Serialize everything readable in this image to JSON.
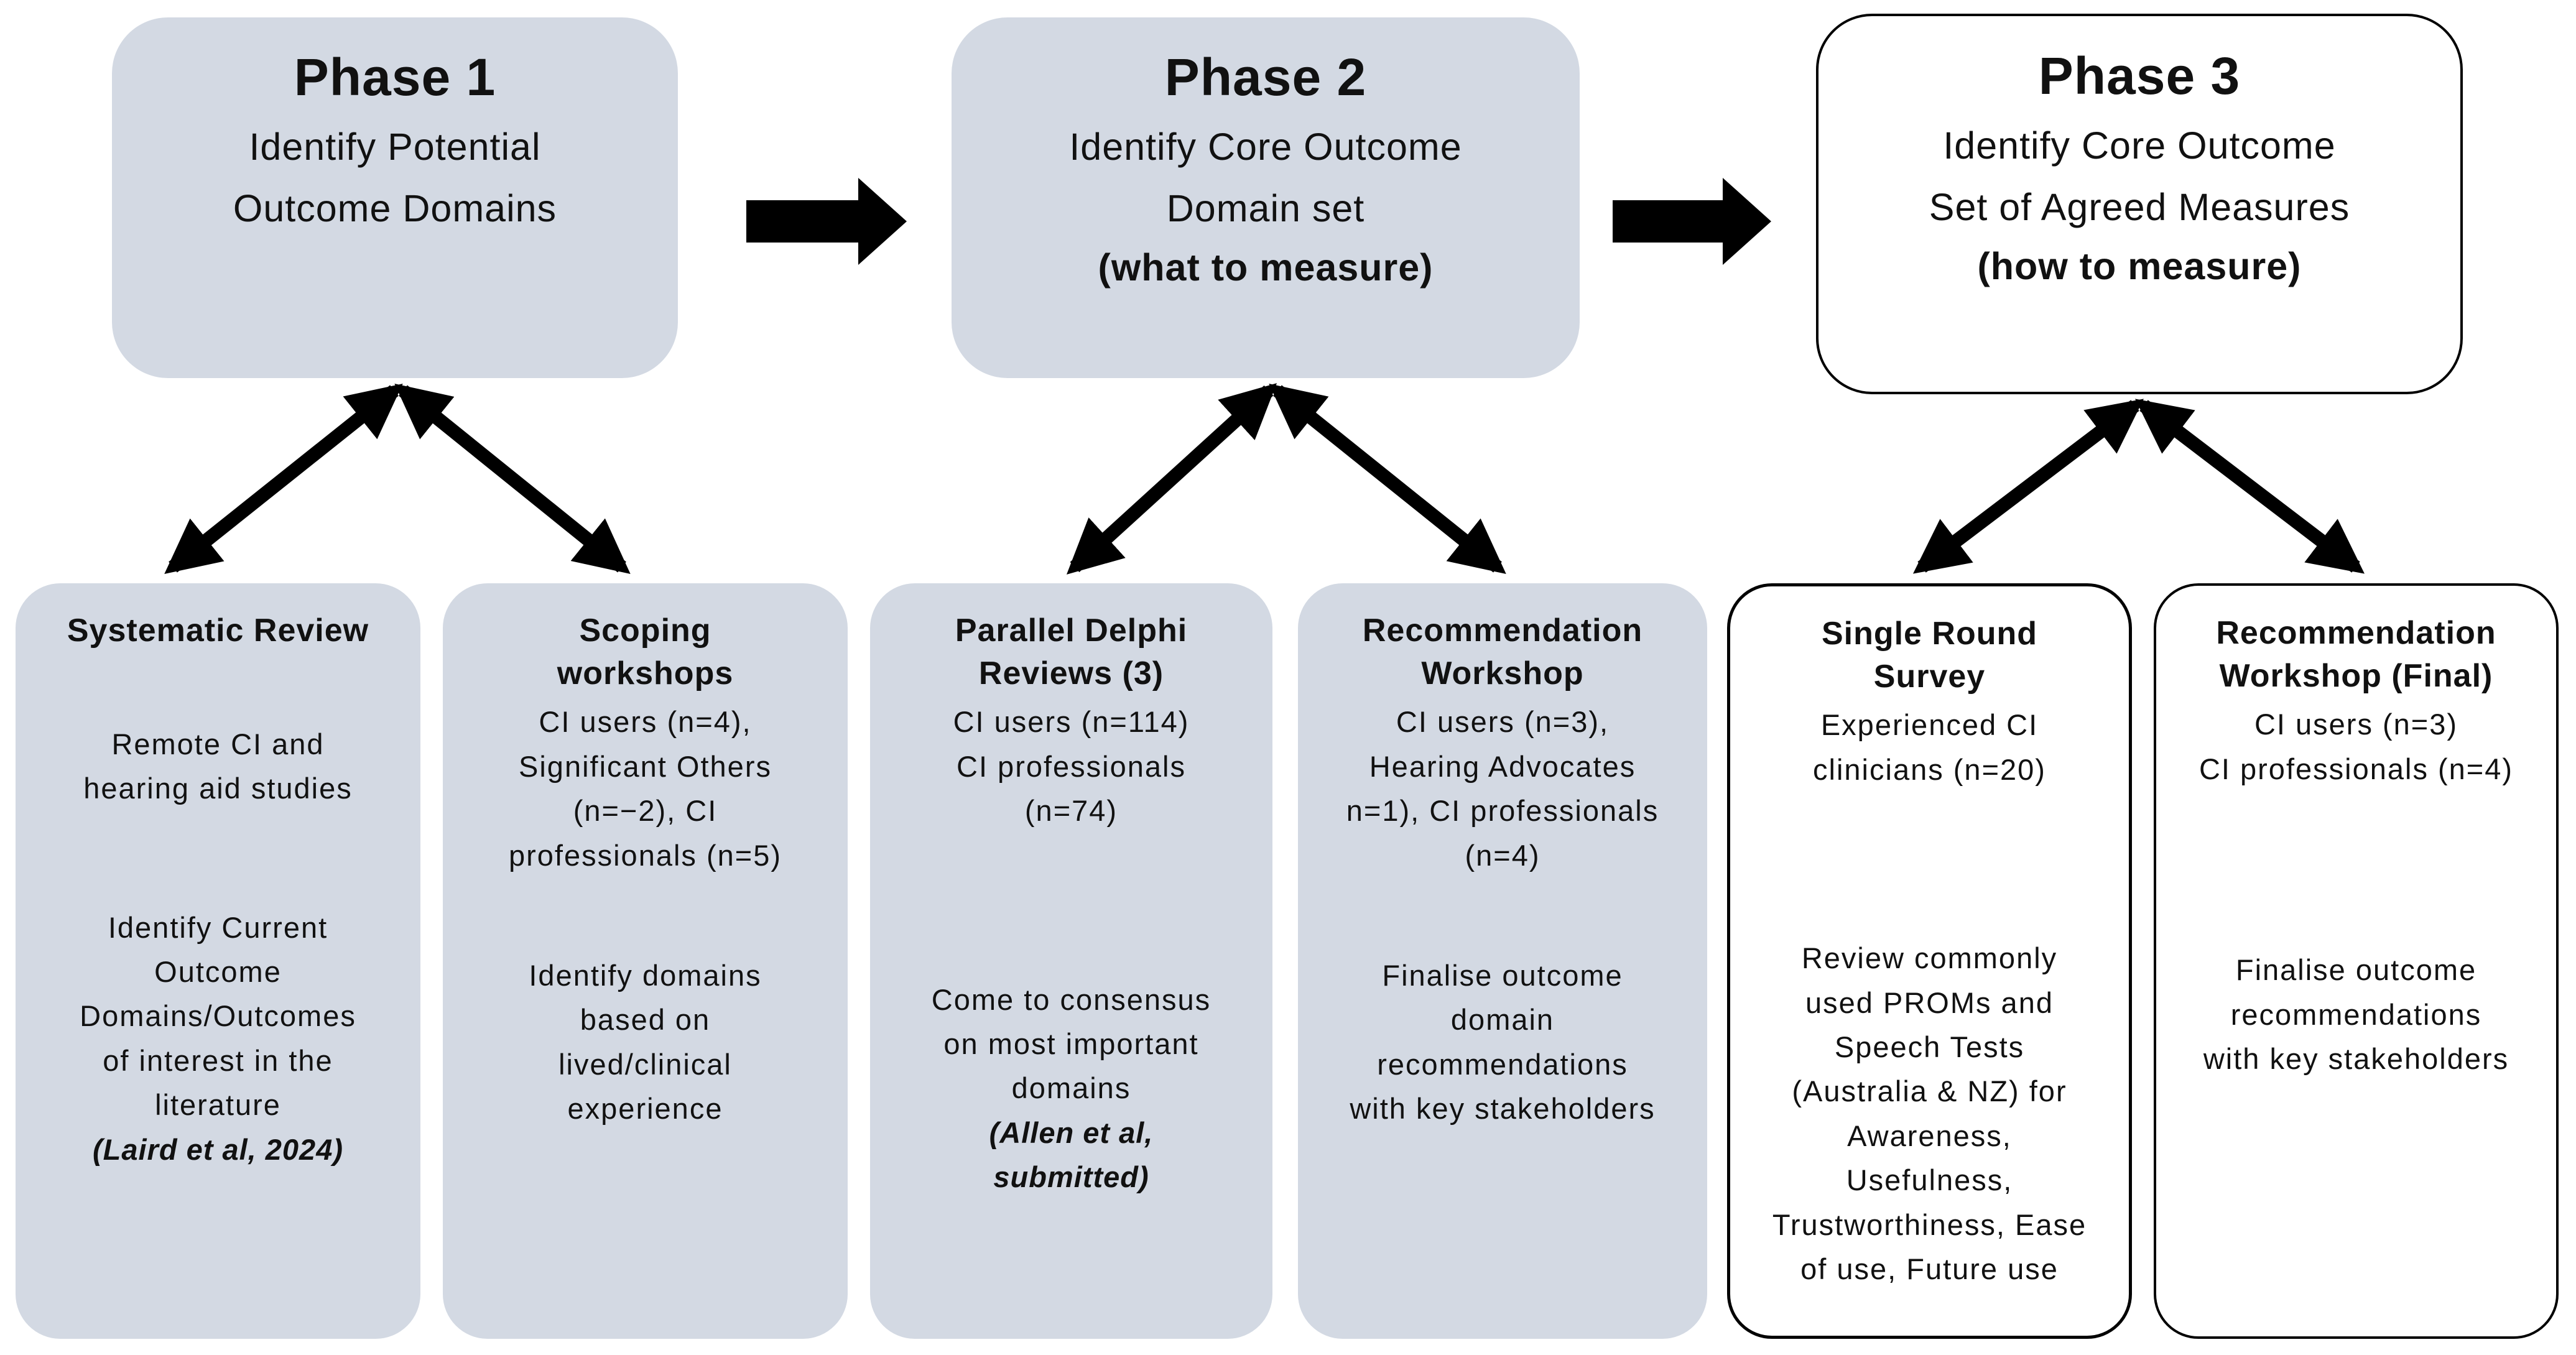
{
  "colors": {
    "box_fill": "#d3d9e3",
    "box_border": "#000000",
    "arrow": "#000000",
    "background": "#ffffff",
    "text": "#111111"
  },
  "phases": [
    {
      "title": "Phase 1",
      "subtitle": "Identify Potential\nOutcome Domains"
    },
    {
      "title": "Phase 2",
      "subtitle": "Identify Core Outcome\nDomain set",
      "note": "(what to measure)"
    },
    {
      "title": "Phase 3",
      "subtitle": "Identify Core Outcome\nSet of Agreed Measures",
      "note": "(how to measure)"
    }
  ],
  "activities": [
    {
      "title": "Systematic Review",
      "participants": "Remote CI and\nhearing aid studies",
      "description": "Identify Current\nOutcome\nDomains/Outcomes\nof interest in the\nliterature",
      "citation": "(Laird et al, 2024)"
    },
    {
      "title": "Scoping\nworkshops",
      "participants": "CI users (n=4),\nSignificant Others\n(n=−2), CI\nprofessionals (n=5)",
      "description": "Identify domains\nbased on\nlived/clinical\nexperience"
    },
    {
      "title": "Parallel Delphi\nReviews (3)",
      "participants": "CI users (n=114)\nCI professionals\n(n=74)",
      "description": "Come to consensus\non most important\ndomains",
      "citation": "(Allen et al,\nsubmitted)"
    },
    {
      "title": "Recommendation\nWorkshop",
      "participants": "CI users (n=3),\nHearing Advocates\nn=1), CI professionals\n(n=4)",
      "description": "Finalise outcome\ndomain\nrecommendations\nwith key stakeholders"
    },
    {
      "title": "Single Round\nSurvey",
      "participants": "Experienced CI\nclinicians (n=20)",
      "description": "Review commonly\nused PROMs and\nSpeech Tests\n(Australia & NZ)  for\nAwareness,\nUsefulness,\nTrustworthiness, Ease\nof use, Future use"
    },
    {
      "title": "Recommendation\nWorkshop (Final)",
      "participants": "CI users (n=3)\nCI professionals (n=4)",
      "description": "Finalise outcome\nrecommendations\nwith key stakeholders"
    }
  ]
}
